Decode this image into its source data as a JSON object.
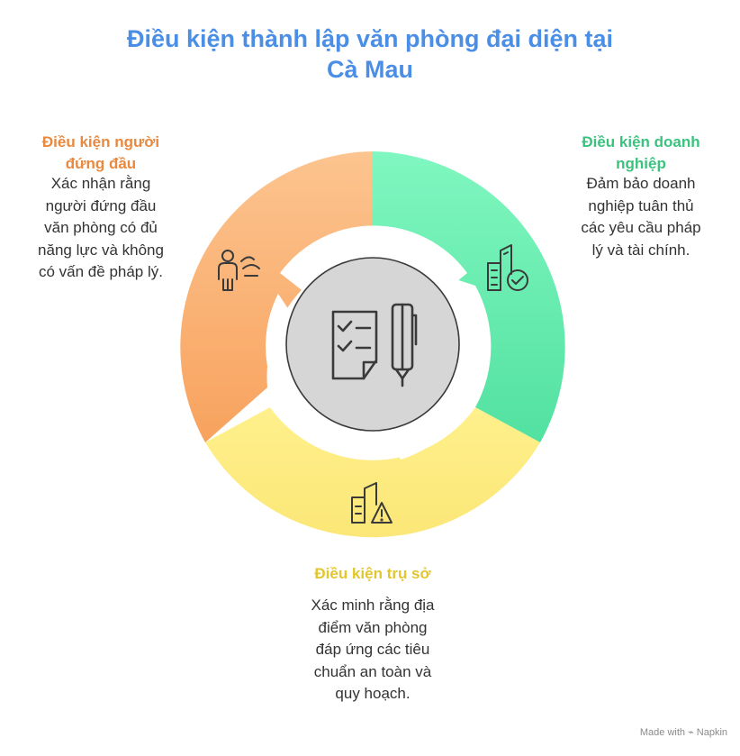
{
  "title": {
    "line1": "Điều kiện thành lập văn phòng đại diện tại",
    "line2": "Cà Mau"
  },
  "sections": {
    "leader": {
      "heading": [
        "Điều kiện người",
        "đứng đầu"
      ],
      "body": [
        "Xác nhận rằng",
        "người đứng đầu",
        "văn phòng có đủ",
        "năng lực và không",
        "có vấn đề pháp lý."
      ],
      "color": "#e8893f",
      "fill": "#fbb77f",
      "icon": "person-speaking-icon"
    },
    "enterprise": {
      "heading": [
        "Điều kiện doanh",
        "nghiệp"
      ],
      "body": [
        "Đảm bảo doanh",
        "nghiệp tuân thủ",
        "các yêu cầu pháp",
        "lý và tài chính."
      ],
      "color": "#3cc27f",
      "fill": "#6ee9b0",
      "icon": "building-check-icon"
    },
    "office": {
      "heading": [
        "Điều kiện trụ sở"
      ],
      "body": [
        "Xác minh rằng địa",
        "điểm văn phòng",
        "đáp ứng các tiêu",
        "chuẩn an toàn và",
        "quy hoạch."
      ],
      "color": "#e3c62e",
      "fill": "#fcec85",
      "icon": "building-warning-icon"
    }
  },
  "center": {
    "icon": "checklist-pen-icon",
    "fill": "#d6d6d6"
  },
  "footer": {
    "text": "Made with ⌁ Napkin"
  }
}
